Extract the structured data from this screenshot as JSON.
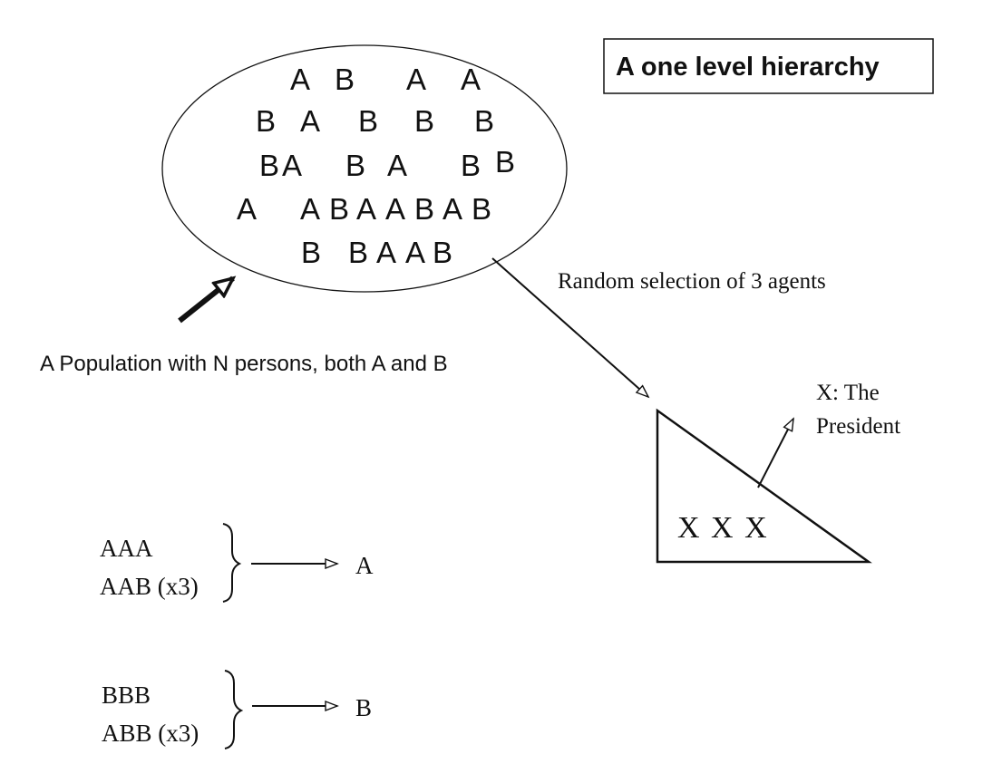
{
  "title": "A one level hierarchy",
  "population": {
    "rows": [
      [
        "A",
        "B",
        "A",
        "A"
      ],
      [
        "B",
        "A",
        "B",
        "B",
        "B"
      ],
      [
        "B",
        "A",
        "B",
        "A",
        "B",
        "B"
      ],
      [
        "A",
        "A",
        "B",
        "A",
        "A",
        "B",
        "A",
        "B"
      ],
      [
        "B",
        "B",
        "A",
        "A",
        "B"
      ]
    ],
    "caption": "A Population with N persons, both A and B"
  },
  "selection_label": "Random selection of 3 agents",
  "hierarchy": {
    "members": "X X X",
    "president_label_line1": "X: The",
    "president_label_line2": "President"
  },
  "rules": [
    {
      "combos": [
        "AAA",
        "AAB (x3)"
      ],
      "result": "A"
    },
    {
      "combos": [
        "BBB",
        "ABB (x3)"
      ],
      "result": "B"
    }
  ]
}
